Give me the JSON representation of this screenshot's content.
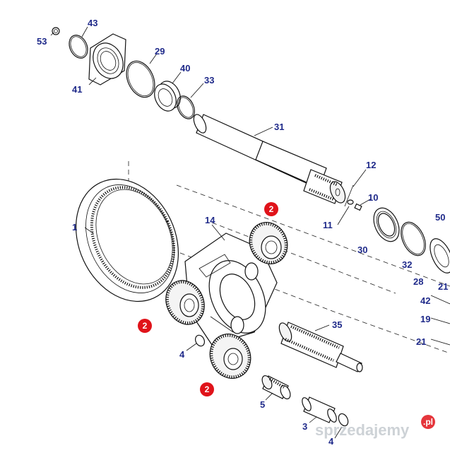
{
  "parts": [
    {
      "id": "p53",
      "label": "53"
    },
    {
      "id": "p43",
      "label": "43"
    },
    {
      "id": "p41",
      "label": "41"
    },
    {
      "id": "p29",
      "label": "29"
    },
    {
      "id": "p40",
      "label": "40"
    },
    {
      "id": "p33",
      "label": "33"
    },
    {
      "id": "p31",
      "label": "31"
    },
    {
      "id": "p12",
      "label": "12"
    },
    {
      "id": "p10",
      "label": "10"
    },
    {
      "id": "p11",
      "label": "11"
    },
    {
      "id": "p1",
      "label": "1"
    },
    {
      "id": "p14",
      "label": "14"
    },
    {
      "id": "p50",
      "label": "50"
    },
    {
      "id": "p30",
      "label": "30"
    },
    {
      "id": "p32",
      "label": "32"
    },
    {
      "id": "p28",
      "label": "28"
    },
    {
      "id": "p21a",
      "label": "21"
    },
    {
      "id": "p42",
      "label": "42"
    },
    {
      "id": "p19",
      "label": "19"
    },
    {
      "id": "p21b",
      "label": "21"
    },
    {
      "id": "p35",
      "label": "35"
    },
    {
      "id": "p4a",
      "label": "4"
    },
    {
      "id": "p5",
      "label": "5"
    },
    {
      "id": "p3",
      "label": "3"
    },
    {
      "id": "p4b",
      "label": "4"
    }
  ],
  "badges": [
    {
      "id": "b1",
      "label": "2"
    },
    {
      "id": "b2",
      "label": "2"
    },
    {
      "id": "b3",
      "label": "2"
    }
  ],
  "watermark": {
    "text": "sprzedajemy",
    "suffix": ".pl"
  },
  "colors": {
    "label": "#1f2a8a",
    "badge": "#e0131a",
    "line": "#111111"
  }
}
